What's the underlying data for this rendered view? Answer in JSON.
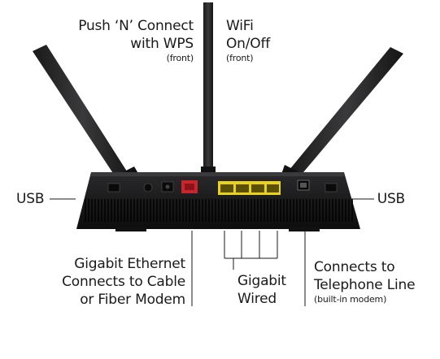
{
  "labels": {
    "wps": {
      "line1": "Push ‘N’ Connect",
      "line2": "with WPS",
      "sub": "(front)"
    },
    "wifi": {
      "line1": "WiFi",
      "line2": "On/Off",
      "sub": "(front)"
    },
    "usb_left": "USB",
    "usb_right": "USB",
    "ethernet": {
      "line1": "Gigabit Ethernet",
      "line2": "Connects to Cable",
      "line3": "or Fiber Modem"
    },
    "gigabit": {
      "line1": "Gigabit",
      "line2": "Wired"
    },
    "telephone": {
      "line1": "Connects to",
      "line2": "Telephone Line",
      "sub": "(built-in modem)"
    }
  },
  "colors": {
    "router_body": "#1c1c1e",
    "antenna": "#2a2a2c",
    "internet_port": "#c8262c",
    "lan_ports": "#e8d21c",
    "label_text": "#1a1a1a"
  }
}
